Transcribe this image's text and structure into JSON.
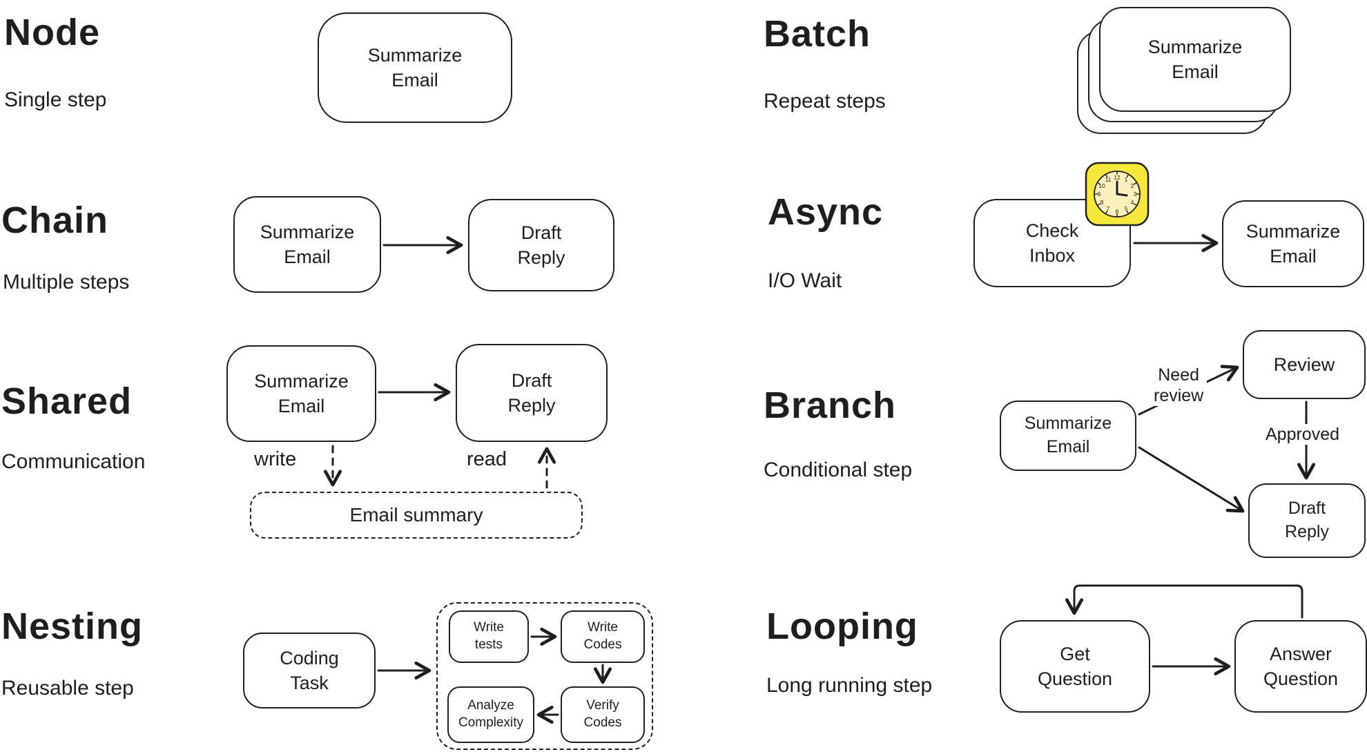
{
  "colors": {
    "stroke": "#1e1e1e",
    "background": "#ffffff",
    "clock_yellow": "#f7e63d"
  },
  "sections": {
    "node": {
      "title": "Node",
      "subtitle": "Single step",
      "boxes": {
        "summarize_email": "Summarize\nEmail"
      }
    },
    "chain": {
      "title": "Chain",
      "subtitle": "Multiple steps",
      "boxes": {
        "summarize_email": "Summarize\nEmail",
        "draft_reply": "Draft\nReply"
      }
    },
    "shared": {
      "title": "Shared",
      "subtitle": "Communication",
      "boxes": {
        "summarize_email": "Summarize\nEmail",
        "draft_reply": "Draft\nReply",
        "email_summary": "Email summary"
      },
      "labels": {
        "write": "write",
        "read": "read"
      }
    },
    "nesting": {
      "title": "Nesting",
      "subtitle": "Reusable step",
      "boxes": {
        "coding_task": "Coding\nTask",
        "write_tests": "Write\ntests",
        "write_codes": "Write\nCodes",
        "analyze_complexity": "Analyze\nComplexity",
        "verify_codes": "Verify\nCodes"
      }
    },
    "batch": {
      "title": "Batch",
      "subtitle": "Repeat steps",
      "boxes": {
        "summarize_email": "Summarize\nEmail"
      }
    },
    "async": {
      "title": "Async",
      "subtitle": "I/O Wait",
      "boxes": {
        "check_inbox": "Check\nInbox",
        "summarize_email": "Summarize\nEmail"
      },
      "icons": {
        "clock": "clock-icon"
      }
    },
    "branch": {
      "title": "Branch",
      "subtitle": "Conditional step",
      "boxes": {
        "summarize_email": "Summarize\nEmail",
        "review": "Review",
        "draft_reply": "Draft\nReply"
      },
      "labels": {
        "need_review": "Need\nreview",
        "approved": "Approved"
      }
    },
    "looping": {
      "title": "Looping",
      "subtitle": "Long running step",
      "boxes": {
        "get_question": "Get\nQuestion",
        "answer_question": "Answer\nQuestion"
      }
    }
  }
}
